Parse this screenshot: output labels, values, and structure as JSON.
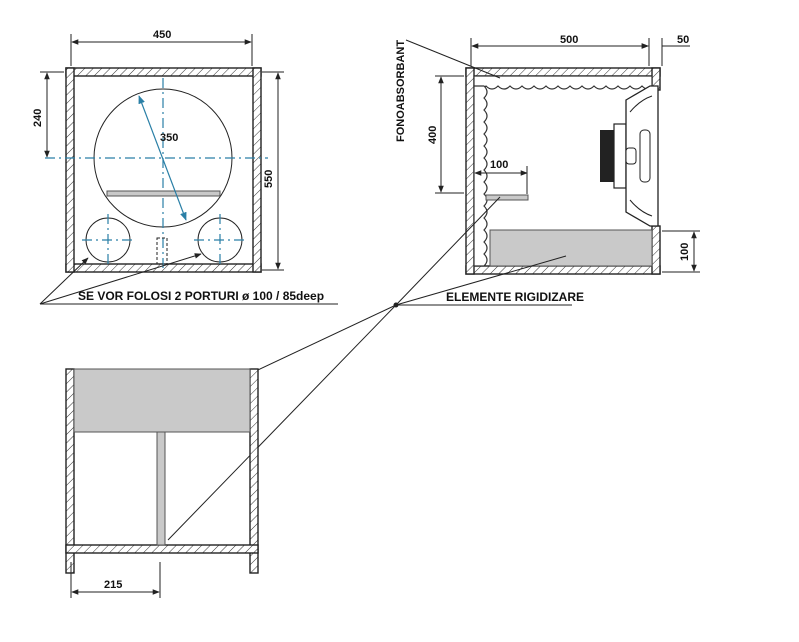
{
  "colors": {
    "line": "#222222",
    "centerline": "#2a7fa6",
    "filler": "#c9c9c9",
    "background": "#ffffff"
  },
  "front_view": {
    "width_dim": "450",
    "height_dim": "550",
    "speaker_offset_dim": "240",
    "speaker_diameter_dim": "350"
  },
  "side_view": {
    "depth_dim": "500",
    "front_offset_dim": "50",
    "absorber_height_dim": "400",
    "shelf_dim": "100",
    "base_dim": "100",
    "absorber_label": "FONOABSORBANT"
  },
  "labels": {
    "ports_note": "SE VOR FOLOSI  2 PORTURI ø 100 / 85deep",
    "stiffeners_label": "ELEMENTE RIGIDIZARE"
  },
  "top_view": {
    "width_dim": "215"
  }
}
